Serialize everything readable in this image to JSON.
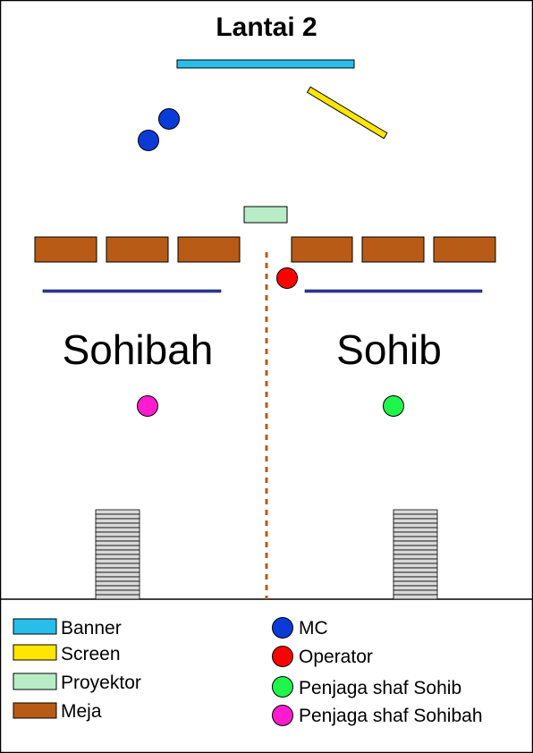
{
  "title": "Lantai 2",
  "areas": {
    "left_label": "Sohibah",
    "right_label": "Sohib"
  },
  "colors": {
    "banner": "#29bde9",
    "screen": "#ffe600",
    "proyektor": "#b7ecc7",
    "meja": "#b85b16",
    "mc": "#0a3bd6",
    "operator": "#ff0000",
    "penjaga_sohib": "#1ff54a",
    "penjaga_sohibah": "#ff1ccf",
    "divider_line": "#2e3fb5",
    "center_dashed": "#b85b16",
    "stairs_fill": "#d9d9d9"
  },
  "legend": {
    "items_left": [
      {
        "label": "Banner",
        "shape": "rect",
        "color": "#29bde9"
      },
      {
        "label": "Screen",
        "shape": "rect",
        "color": "#ffe600"
      },
      {
        "label": "Proyektor",
        "shape": "rect",
        "color": "#b7ecc7"
      },
      {
        "label": "Meja",
        "shape": "rect",
        "color": "#b85b16"
      }
    ],
    "items_right": [
      {
        "label": "MC",
        "shape": "circle",
        "color": "#0a3bd6"
      },
      {
        "label": "Operator",
        "shape": "circle",
        "color": "#ff0000"
      },
      {
        "label": "Penjaga shaf Sohib",
        "shape": "circle",
        "color": "#1ff54a"
      },
      {
        "label": "Penjaga shaf Sohibah",
        "shape": "circle",
        "color": "#ff1ccf"
      }
    ]
  }
}
